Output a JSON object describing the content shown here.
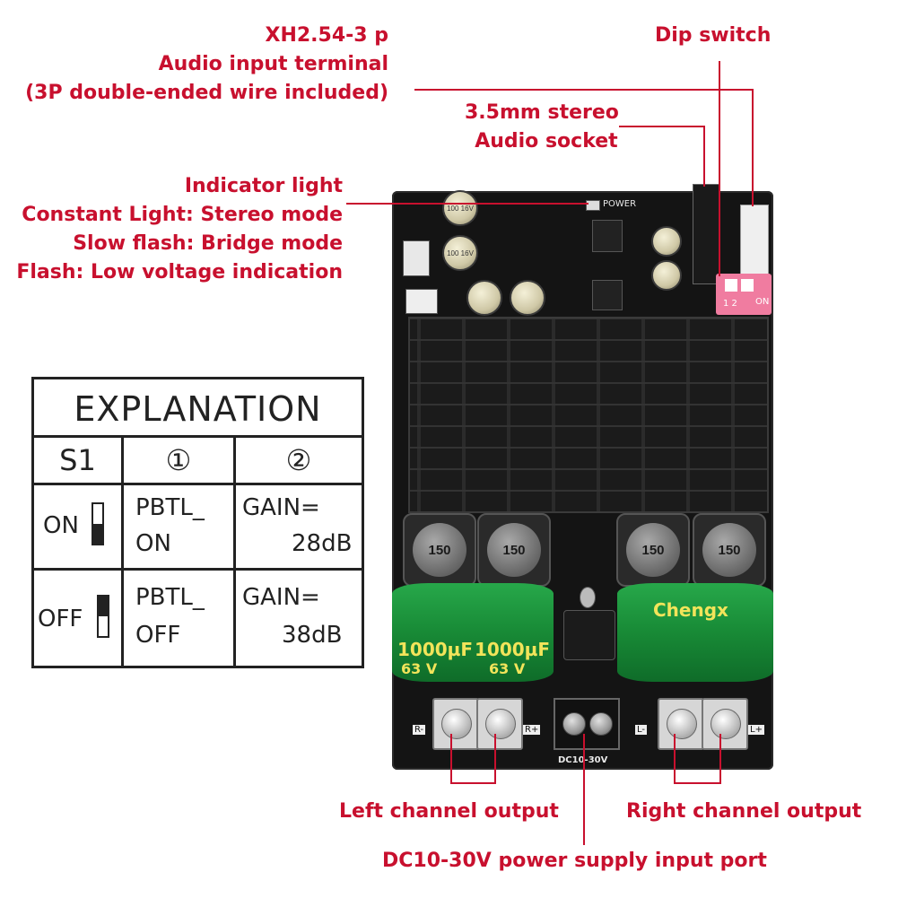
{
  "callouts": {
    "audio_terminal": [
      "XH2.54-3 p",
      "Audio input terminal",
      "(3P double-ended wire included)"
    ],
    "dip_switch": "Dip switch",
    "audio_socket": [
      "3.5mm stereo",
      "Audio socket"
    ],
    "indicator": [
      "Indicator light",
      "Constant Light: Stereo mode",
      "Slow flash: Bridge mode",
      "Flash: Low voltage indication"
    ],
    "left_output": "Left channel output",
    "right_output": "Right channel output",
    "power_input": "DC10-30V power supply input port"
  },
  "explanation": {
    "title": "EXPLANATION",
    "headers": [
      "S1",
      "①",
      "②"
    ],
    "rows": [
      {
        "switch": "ON",
        "mode": [
          "PBTL_",
          "ON"
        ],
        "gain": [
          "GAIN=",
          "28dB"
        ]
      },
      {
        "switch": "OFF",
        "mode": [
          "PBTL_",
          "OFF"
        ],
        "gain": [
          "GAIN=",
          "38dB"
        ]
      }
    ]
  },
  "board": {
    "inductor_label": "150",
    "cap_values": [
      "1000µF",
      "63 V"
    ],
    "cap_brand": "Chengx",
    "silk_power": "POWER",
    "silk_dc": "DC10-30V",
    "silk_r_minus": "R-",
    "silk_r_plus": "R+",
    "silk_l_minus": "L-",
    "silk_l_plus": "L+",
    "small_cap_label": "100 16V",
    "dip_on": "ON",
    "dip_numbers": "1 2"
  },
  "colors": {
    "accent": "#c8102e",
    "board": "#141414",
    "cap_green": "#1a8f3a",
    "dip_pink": "#f07ca0"
  }
}
